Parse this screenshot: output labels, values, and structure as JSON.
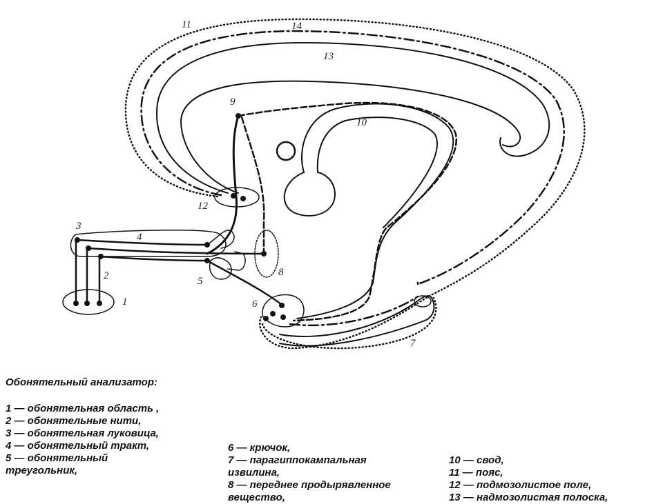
{
  "diagram": {
    "labels": {
      "n1": "1",
      "n2": "2",
      "n3": "3",
      "n4": "4",
      "n5": "5",
      "n6": "6",
      "n7": "7",
      "n8": "8",
      "n9": "9",
      "n10": "10",
      "n11": "11",
      "n12": "12",
      "n13": "13",
      "n14": "14"
    },
    "colors": {
      "line": "#111111",
      "background": "#ffffff"
    }
  },
  "legend": {
    "title": "Обонятельный анализатор:",
    "col1": [
      "1 — обонятельная область ,",
      "2 — обонятельные нити,",
      "3 — обонятельная луковица,",
      "4 — обонятельный тракт,",
      "5 — обонятельный",
      "треугольник,"
    ],
    "col2": [
      "6 — крючок,",
      "7 — парагиппокампальная",
      "извилина,",
      "8 — переднее продырявленное",
      "вещество,"
    ],
    "col3": [
      "10 — свод,",
      "11 — пояс,",
      "12 — подмозолистое поле,",
      "13 — надмозолистая полоска,"
    ]
  }
}
